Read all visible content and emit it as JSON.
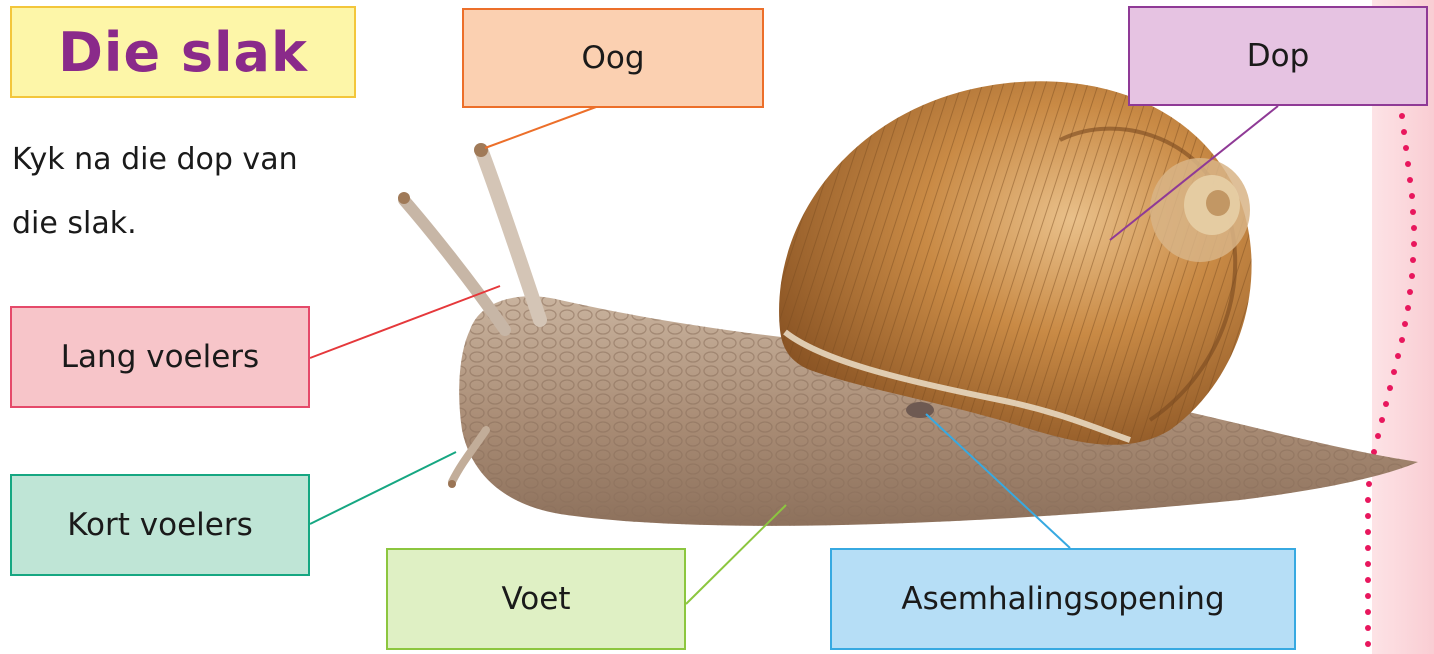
{
  "title": "Die slak",
  "intro": {
    "line1": "Kyk na die dop van",
    "line2": "die slak."
  },
  "labels": {
    "oog": "Oog",
    "dop": "Dop",
    "lang_voelers": "Lang voelers",
    "kort_voelers": "Kort voelers",
    "voet": "Voet",
    "asemhalingsopening": "Asemhalingsopening"
  },
  "colors": {
    "title": "#8a2a8a",
    "oog_line": "#ec6f2a",
    "dop_line": "#8f3a96",
    "lang_line": "#e5383b",
    "kort_line": "#16a782",
    "voet_line": "#8cc63f",
    "asem_line": "#37a9e1"
  }
}
